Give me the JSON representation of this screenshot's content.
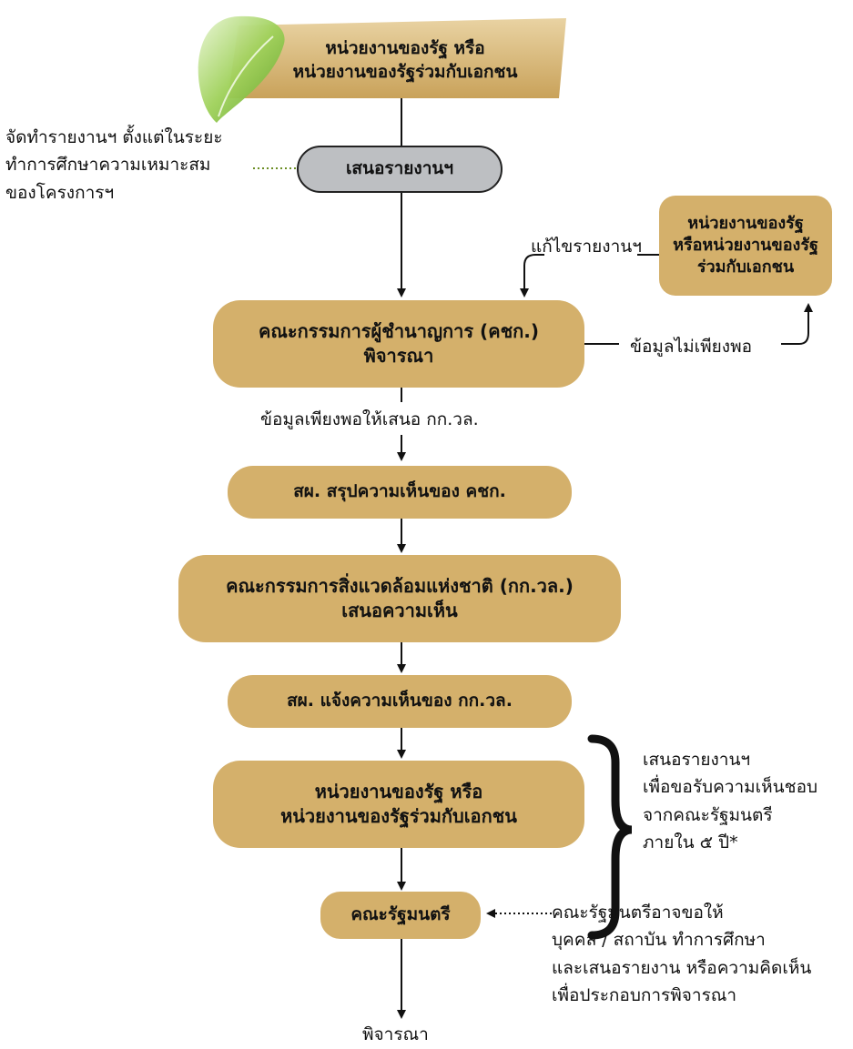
{
  "nodes": {
    "top": "หน่วยงานของรัฐ หรือ\nหน่วยงานของรัฐร่วมกับเอกชน",
    "present": "เสนอรายงานฯ",
    "agency_side": "หน่วยงานของรัฐ\nหรือหน่วยงานของรัฐ\nร่วมกับเอกชน",
    "committee": "คณะกรรมการผู้ชำนาญการ (คชก.)\nพิจารณา",
    "summary": "สผ. สรุปความเห็นของ คชก.",
    "national_env": "คณะกรรมการสิ่งแวดล้อมแห่งชาติ (กก.วล.)\nเสนอความเห็น",
    "notify": "สผ. แจ้งความเห็นของ กก.วล.",
    "agency_bottom": "หน่วยงานของรัฐ หรือ\nหน่วยงานของรัฐร่วมกับเอกชน",
    "cabinet": "คณะรัฐมนตรี"
  },
  "notes": {
    "prepare": "จัดทำรายงานฯ ตั้งแต่ในระยะ\nทำการศึกษาความเหมาะสม\nของโครงการฯ",
    "revise": "แก้ไขรายงานฯ",
    "insufficient": "ข้อมูลไม่เพียงพอ",
    "sufficient": "ข้อมูลเพียงพอให้เสนอ กก.วล.",
    "five_years": "เสนอรายงานฯ\nเพื่อขอรับความเห็นชอบ\nจากคณะรัฐมนตรี\nภายใน ๕ ปี*",
    "cabinet_request": "คณะรัฐมนตรีอาจขอให้\nบุคคล / สถาบัน ทำการศึกษา\nและเสนอรายงาน หรือความคิดเห็น\nเพื่อประกอบการพิจารณา",
    "consider": "พิจารณา"
  },
  "colors": {
    "box_fill": "#d4b06b",
    "gray_fill": "#bdbfc2",
    "banner_fill": "#d8bc7e",
    "leaf_green": "#8cc63f",
    "line": "#111111",
    "dotted_green": "#6b8e23"
  },
  "icons": {
    "leaf": "leaf-icon",
    "bracket": "curly-bracket-icon"
  }
}
